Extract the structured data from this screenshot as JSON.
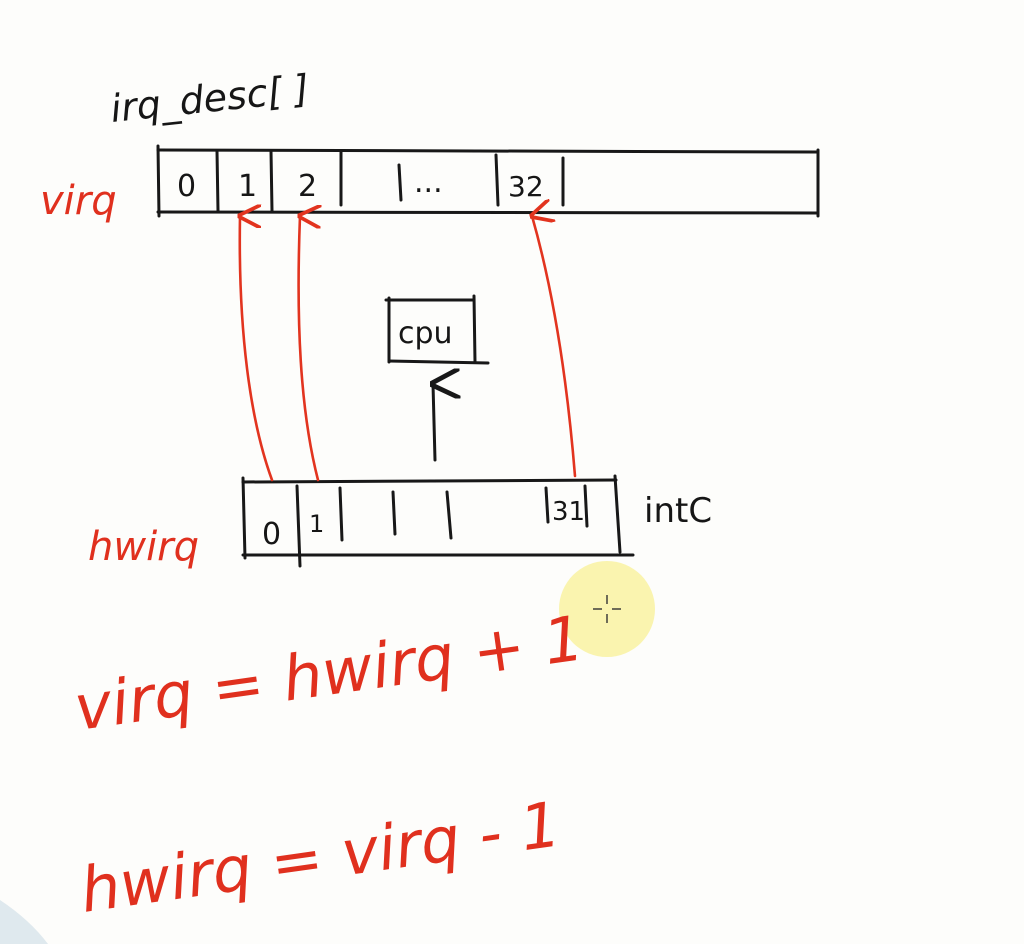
{
  "array_title": "irq_desc[ ]",
  "virq": {
    "label": "virq",
    "cells": [
      "0",
      "1",
      "2",
      "...",
      "32"
    ]
  },
  "hwirq": {
    "label": "hwirq",
    "cells": [
      "0",
      "1",
      "",
      "",
      "31"
    ]
  },
  "cpu_label": "cpu",
  "controller_label": "intC",
  "equations": [
    "virq = hwirq + 1",
    "hwirq = virq - 1"
  ],
  "colors": {
    "ink": "#181818",
    "red_ink": "#e2341f",
    "cursor_highlight": "#faf3a6",
    "background": "#fdfdfb"
  },
  "icons": {
    "cursor": "crosshair-cursor-icon"
  }
}
